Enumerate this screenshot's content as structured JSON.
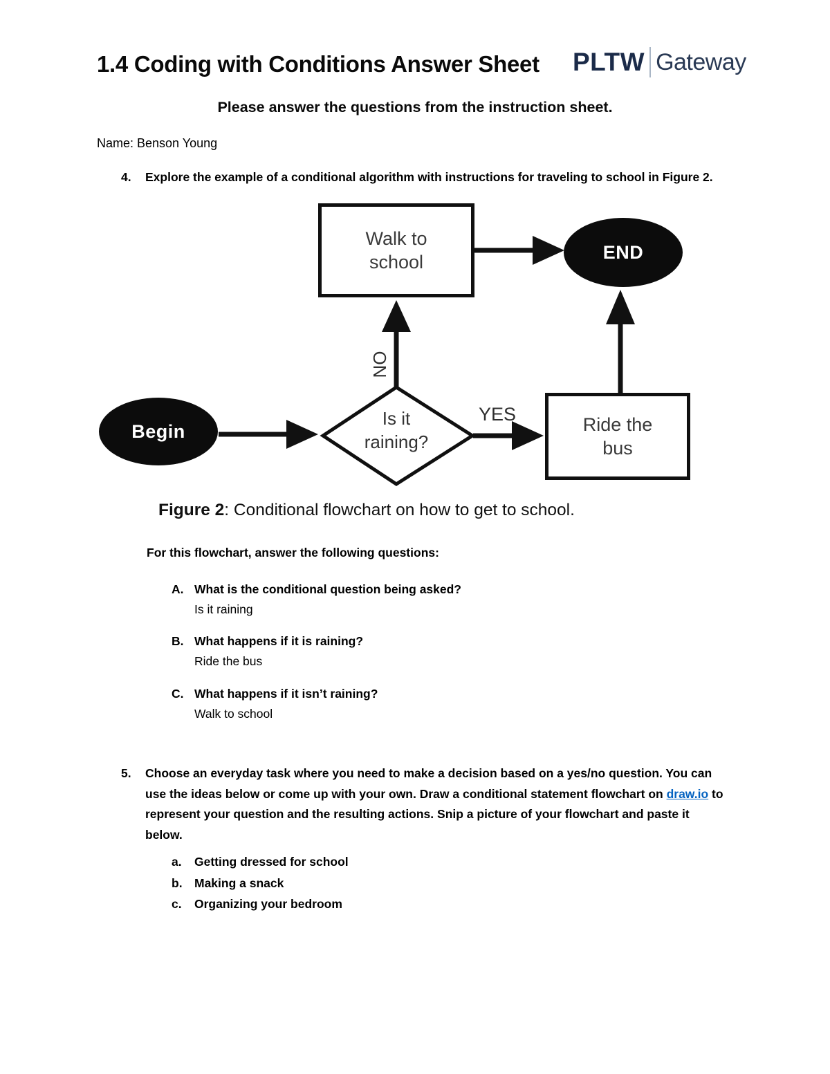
{
  "header": {
    "title": "1.4 Coding with Conditions Answer Sheet",
    "logo": {
      "brand": "PLTW",
      "product": "Gateway"
    },
    "subtitle": "Please answer the questions from the instruction sheet."
  },
  "name": {
    "label": "Name:",
    "value": "Benson Young"
  },
  "question4": {
    "number": "4.",
    "text": "Explore the example of a conditional algorithm with instructions for traveling to school in Figure 2."
  },
  "flowchart": {
    "begin": "Begin",
    "end": "END",
    "walk_line1": "Walk to",
    "walk_line2": "school",
    "ride_line1": "Ride the",
    "ride_line2": "bus",
    "decision_line1": "Is it",
    "decision_line2": "raining?",
    "yes": "YES",
    "no": "NO"
  },
  "figure_caption": {
    "label": "Figure 2",
    "text": ": Conditional flowchart on how to get to school."
  },
  "questions_intro": "For this flowchart, answer the following questions:",
  "sub_questions": [
    {
      "letter": "A.",
      "question": "What is the conditional question being asked?",
      "answer": "Is it raining"
    },
    {
      "letter": "B.",
      "question": "What happens if it is raining?",
      "answer": "Ride the bus"
    },
    {
      "letter": "C.",
      "question": "What happens if it isn’t raining?",
      "answer": "Walk to school"
    }
  ],
  "question5": {
    "number": "5.",
    "text_before_link": "Choose an everyday task where you need to make a decision based on a yes/no question. You can use the ideas below or come up with your own. Draw a conditional statement flowchart on ",
    "link_text": "draw.io",
    "text_after_link": " to represent your question and the resulting actions. Snip a picture of your flowchart and paste it below.",
    "options": [
      {
        "letter": "a.",
        "text": "Getting dressed for school"
      },
      {
        "letter": "b.",
        "text": "Making a snack"
      },
      {
        "letter": "c.",
        "text": "Organizing your bedroom"
      }
    ]
  },
  "colors": {
    "logo_navy": "#1b2b49",
    "logo_navy_light": "#2a3a55",
    "link_blue": "#0563c1",
    "node_fill_black": "#0c0c0c",
    "arrow_black": "#111111"
  }
}
